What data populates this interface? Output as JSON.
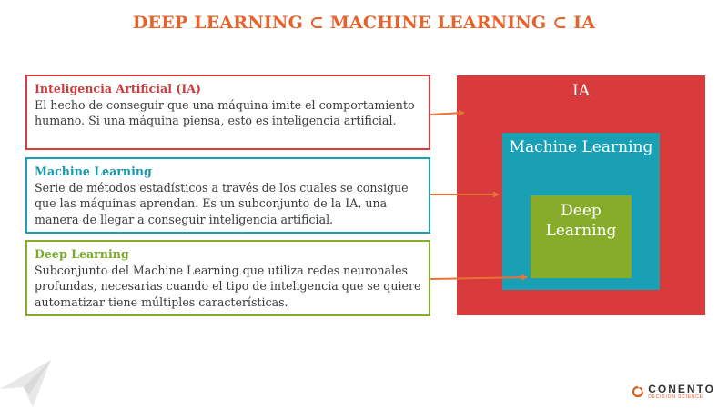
{
  "title": "DEEP LEARNING ⊂ MACHINE LEARNING ⊂ IA",
  "colors": {
    "title": "#e8622a",
    "ia": "#d93a3c",
    "ml": "#1aa0b4",
    "dl": "#86ac2a",
    "ia_heading": "#c83e3e",
    "ml_heading": "#1a97ab",
    "dl_heading": "#7aa82a",
    "connector": "#ea7236"
  },
  "cards": {
    "ia": {
      "heading": "Inteligencia Artificial (IA)",
      "text": "El hecho de conseguir que una máquina imite el comportamiento humano. Si una máquina piensa, esto es inteligencia artificial."
    },
    "ml": {
      "heading": "Machine Learning",
      "text": "Serie de métodos estadísticos a través de los cuales se consigue que las máquinas aprendan. Es un subconjunto de la IA, una manera de llegar a conseguir inteligencia artificial."
    },
    "dl": {
      "heading": "Deep Learning",
      "text": "Subconjunto del Machine Learning que utiliza redes neuronales profundas, necesarias cuando el tipo de inteligencia que se quiere automatizar tiene múltiples características."
    }
  },
  "nested": {
    "ia_label": "IA",
    "ml_label": "Machine Learning",
    "dl_label_line1": "Deep",
    "dl_label_line2": "Learning"
  },
  "logo": {
    "brand": "CONENTO",
    "tagline": "DECISION SCIENCE"
  }
}
